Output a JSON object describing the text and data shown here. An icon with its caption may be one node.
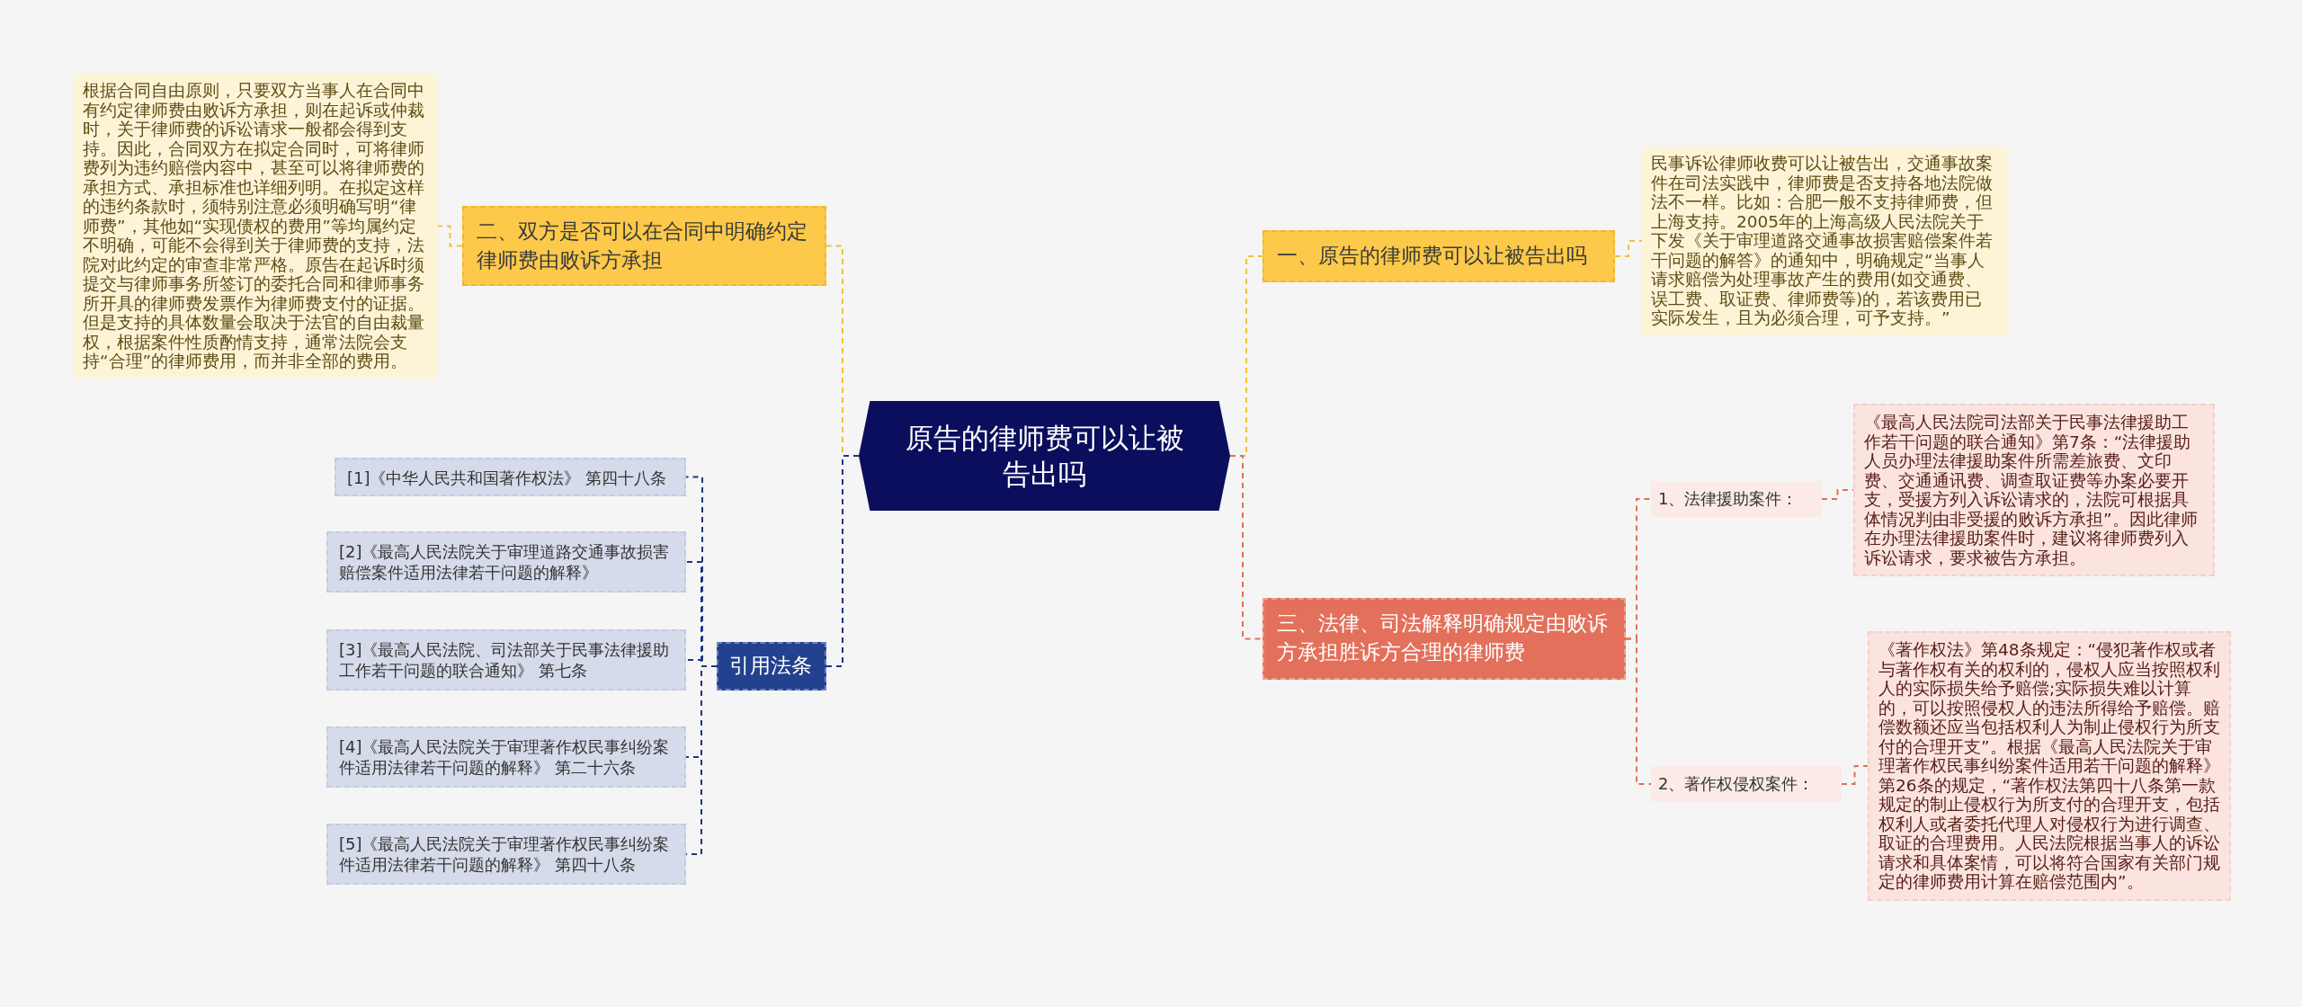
{
  "diagram": {
    "nodes": [
      {
        "text": [
          "原告的律师费可以让被告出吗"
        ]
      },
      {
        "text": [
          "一、原告的律师费可以让被告出吗"
        ]
      },
      {
        "text": [
          "民事诉讼律师收费可以让被告出，交通事故案件在司法实践中，律师费是否支持各地法院做法不一样。比如：合肥一般不支持律师费，但上海支持。2005年的上海高级人民法院关于下发《关于审理道路交通事故损害赔偿案件若干问题的解答》的通知中，明确规定“当事人请求赔偿为处理事故产生的费用(如交通费、误工费、取证费、律师费等)的，若该费用已实际发生，且为必须合理，可予支持。”"
        ]
      },
      {
        "text": [
          "二、双方是否可以在合同中明确约定律师费由败诉方承担"
        ]
      },
      {
        "text": [
          "根据合同自由原则，只要双方当事人在合同中有约定律师费由败诉方承担，则在起诉或仲裁时，关于律师费的诉讼请求一般都会得到支持。因此，合同双方在拟定合同时，可将律师费列为违约赔偿内容中，甚至可以将律师费的承担方式、承担标准也详细列明。在拟定这样的违约条款时，须特别注意必须明确写明“律师费”，其他如“实现债权的费用”等均属约定不明确，可能不会得到关于律师费的支持，法院对此约定的审查非常严格。原告在起诉时须提交与律师事务所签订的委托合同和律师事务所开具的律师费发票作为律师费支付的证据。但是支持的具体数量会取决于法官的自由裁量权，根据案件性质酌情支持，通常法院会支持“合理”的律师费用，而并非全部的费用。"
        ]
      },
      {
        "text": [
          "三、法律、司法解释明确规定由败诉方承担胜诉方合理的律师费"
        ]
      },
      {
        "text": [
          "1、法律援助案件："
        ]
      },
      {
        "text": [
          "《最高人民法院司法部关于民事法律援助工作若干问题的联合通知》第7条：“法律援助人员办理法律援助案件所需差旅费、文印费、交通通讯费、调查取证费等办案必要开支，受援方列入诉讼请求的，法院可根据具体情况判由非受援的败诉方承担”。因此律师在办理法律援助案件时，建议将律师费列入诉讼请求，要求被告方承担。"
        ]
      },
      {
        "text": [
          "2、著作权侵权案件："
        ]
      },
      {
        "text": [
          "《著作权法》第48条规定：“侵犯著作权或者与著作权有关的权利的，侵权人应当按照权利人的实际损失给予赔偿;实际损失难以计算的，可以按照侵权人的违法所得给予赔偿。赔偿数额还应当包括权利人为制止侵权行为所支付的合理开支”。根据《最高人民法院关于审理著作权民事纠纷案件适用若干问题的解释》第26条的规定，“著作权法第四十八条第一款规定的制止侵权行为所支付的合理开支，包括权利人或者委托代理人对侵权行为进行调查、取证的合理费用。人民法院根据当事人的诉讼请求和具体案情，可以将符合国家有关部门规定的律师费用计算在赔偿范围内”。"
        ]
      },
      {
        "text": [
          "引用法条"
        ]
      },
      {
        "text": [
          "[1]《中华人民共和国著作权法》 第四十八条"
        ]
      },
      {
        "text": [
          "[2]《最高人民法院关于审理道路交通事故损害赔偿案件适用法律若干问题的解释》"
        ]
      },
      {
        "text": [
          "[3]《最高人民法院、司法部关于民事法律援助工作若干问题的联合通知》 第七条"
        ]
      },
      {
        "text": [
          "[4]《最高人民法院关于审理著作权民事纠纷案件适用法律若干问题的解释》 第二十六条"
        ]
      },
      {
        "text": [
          "[5]《最高人民法院关于审理著作权民事纠纷案件适用法律若干问题的解释》 第四十八条"
        ]
      }
    ],
    "edges": [
      {
        "from": 0,
        "to": 1,
        "arrow": "none",
        "style": "dashed",
        "color": "#f2c230"
      },
      {
        "from": 1,
        "to": 2,
        "arrow": "none",
        "style": "dashed",
        "color": "#f2c230"
      },
      {
        "from": 0,
        "to": 3,
        "arrow": "none",
        "style": "dashed",
        "color": "#f2c230"
      },
      {
        "from": 3,
        "to": 4,
        "arrow": "none",
        "style": "dashed",
        "color": "#f2c230"
      },
      {
        "from": 0,
        "to": 5,
        "arrow": "none",
        "style": "dashed",
        "color": "#e0705a"
      },
      {
        "from": 5,
        "to": 6,
        "arrow": "none",
        "style": "dashed",
        "color": "#e0705a"
      },
      {
        "from": 6,
        "to": 7,
        "arrow": "none",
        "style": "dashed",
        "color": "#e0705a"
      },
      {
        "from": 5,
        "to": 8,
        "arrow": "none",
        "style": "dashed",
        "color": "#e0705a"
      },
      {
        "from": 8,
        "to": 9,
        "arrow": "none",
        "style": "dashed",
        "color": "#e0705a"
      },
      {
        "from": 0,
        "to": 10,
        "arrow": "none",
        "style": "dashed",
        "color": "#1f3580"
      },
      {
        "from": 10,
        "to": 11,
        "arrow": "none",
        "style": "dashed",
        "color": "#1f3580"
      },
      {
        "from": 10,
        "to": 12,
        "arrow": "none",
        "style": "dashed",
        "color": "#1f3580"
      },
      {
        "from": 10,
        "to": 13,
        "arrow": "none",
        "style": "dashed",
        "color": "#1f3580"
      },
      {
        "from": 10,
        "to": 14,
        "arrow": "none",
        "style": "dashed",
        "color": "#1f3580"
      },
      {
        "from": 10,
        "to": 15,
        "arrow": "none",
        "style": "dashed",
        "color": "#1f3580"
      }
    ]
  }
}
